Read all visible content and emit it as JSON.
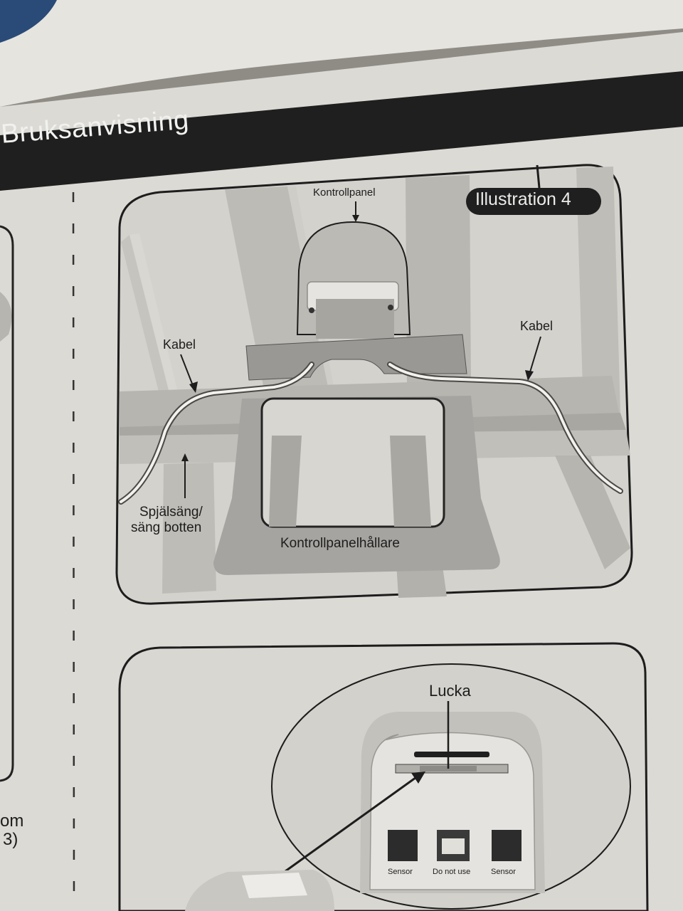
{
  "header": {
    "title": "Bruksanvisning"
  },
  "illustration_4": {
    "badge": "Illustration 4",
    "labels": {
      "control_panel": "Kontrollpanel",
      "cable_left": "Kabel",
      "cable_right": "Kabel",
      "bed_line1": "Spjälsäng/",
      "bed_line2": "säng botten",
      "holder": "Kontrollpanelhållare"
    }
  },
  "illustration_5": {
    "labels": {
      "hatch": "Lucka",
      "port_left": "Sensor",
      "port_middle": "Do not use",
      "port_right": "Sensor"
    }
  },
  "left_page_fragment": {
    "line1": "om",
    "line2": "3)"
  },
  "colors": {
    "paper": "#dcdad5",
    "header_bar": "#1f1f1f",
    "line": "#1d1d1d"
  }
}
